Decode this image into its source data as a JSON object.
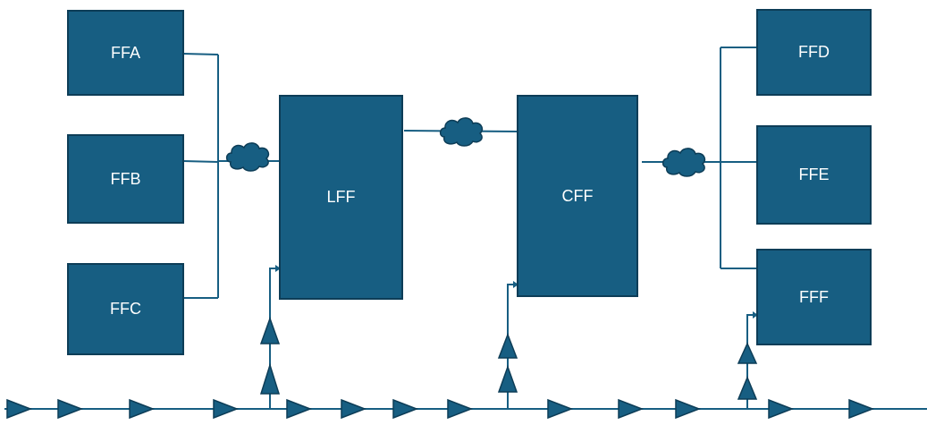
{
  "blocks": {
    "ffa": "FFA",
    "ffb": "FFB",
    "ffc": "FFC",
    "lff": "LFF",
    "cff": "CFF",
    "ffd": "FFD",
    "ffe": "FFE",
    "fff": "FFF"
  },
  "colors": {
    "block_fill": "#175e82",
    "block_border": "#0d3d57",
    "line": "#175e82",
    "cloud_fill": "#175e82",
    "arrow_fill": "#175e82"
  }
}
